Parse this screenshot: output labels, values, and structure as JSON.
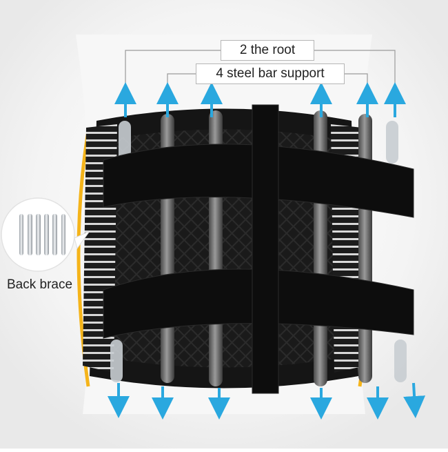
{
  "labels": {
    "root_count": "2 the root",
    "steel_support": "4 steel bar support",
    "back_brace": "Back brace"
  },
  "colors": {
    "arrow": "#2aa8df",
    "belt": "#141414",
    "highlight": "#f5b41a"
  }
}
